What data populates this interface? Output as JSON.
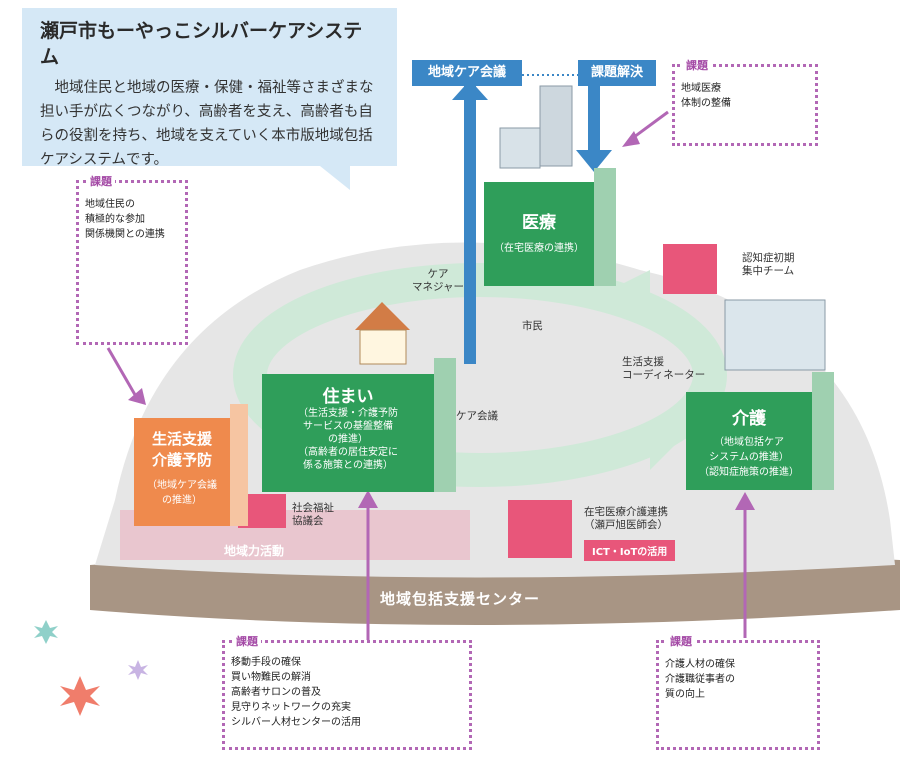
{
  "intro": {
    "title": "瀬戸市もーやっこシルバーケアシステム",
    "body": "地域住民と地域の医療・保健・福祉等さまざまな担い手が広くつながり、高齢者を支え、高齢者も自らの役割を持ち、地域を支えていく本市版地域包括ケアシステムです。"
  },
  "top_bar": {
    "meeting": "地域ケア会議",
    "solution": "課題解決"
  },
  "kadai_tag": "課題",
  "kadai_top_right": [
    "地域医療",
    "体制の整備"
  ],
  "kadai_left": [
    "地域住民の",
    "積極的な参加",
    "関係機関との連携"
  ],
  "kadai_bottom_center": [
    "移動手段の確保",
    "買い物難民の解消",
    "高齢者サロンの普及",
    "見守りネットワークの充実",
    "シルバー人材センターの活用"
  ],
  "kadai_bottom_right": [
    "介護人材の確保",
    "介護職従事者の",
    "質の向上"
  ],
  "blocks": {
    "iryo": {
      "title": "医療",
      "sub": "（在宅医療の連携）"
    },
    "sumai": {
      "title": "住まい",
      "sub": [
        "（生活支援・介護予防",
        "サービスの基盤整備",
        "の推進）",
        "（高齢者の居住安定に",
        "係る施策との連携）"
      ]
    },
    "seikatsu": {
      "title": [
        "生活支援",
        "介護予防"
      ],
      "sub": [
        "（地域ケア会議",
        "の推進）"
      ]
    },
    "kaigo": {
      "title": "介護",
      "sub": [
        "（地域包括ケア",
        "システムの推進）",
        "（認知症施策の推進）"
      ]
    }
  },
  "labels": {
    "care_manager": [
      "ケア",
      "マネジャー"
    ],
    "citizen": "市民",
    "life_coordinator": [
      "生活支援",
      "コーディネーター"
    ],
    "care_meeting": "ケア会議",
    "dementia_team": [
      "認知症初期",
      "集中チーム"
    ],
    "social_welfare": [
      "社会福祉",
      "協議会"
    ],
    "home_medical": [
      "在宅医療介護連携",
      "（瀬戸旭医師会）"
    ],
    "ict": "ICT・IoTの活用",
    "community_activity": "地域力活動",
    "center": "地域包括支援センター"
  },
  "colors": {
    "green": "#2f9e5a",
    "orange": "#ef8a4d",
    "pink": "#e8567a",
    "blue": "#3b87c6",
    "purple": "#b267b5",
    "platform": "#9c8a7a"
  }
}
